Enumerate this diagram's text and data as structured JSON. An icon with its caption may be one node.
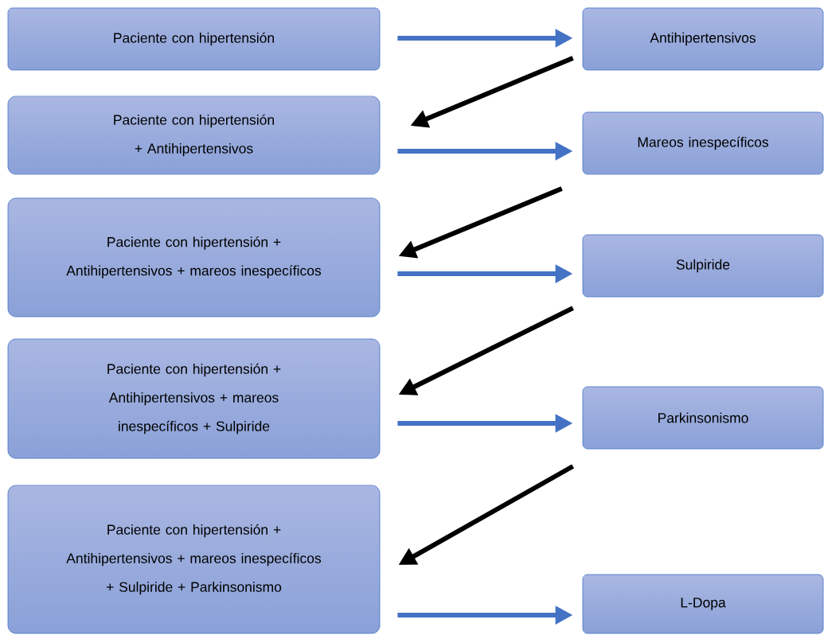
{
  "diagram": {
    "nodes": [
      {
        "text": [
          "Paciente con hipertensión"
        ]
      },
      {
        "text": [
          "Antihipertensivos"
        ]
      },
      {
        "text": [
          "Paciente con hipertensión + Antihipertensivos"
        ]
      },
      {
        "text": [
          "Mareos inespecíficos"
        ]
      },
      {
        "text": [
          "Paciente con hipertensión + Antihipertensivos + mareos inespecíficos"
        ]
      },
      {
        "text": [
          "Sulpiride"
        ]
      },
      {
        "text": [
          "Paciente con hipertensión + Antihipertensivos + mareos inespecíficos + Sulpiride"
        ]
      },
      {
        "text": [
          "Parkinsonismo"
        ]
      },
      {
        "text": [
          "Paciente con hipertensión + Antihipertensivos + mareos inespecíficos + Sulpiride + Parkinsonismo"
        ]
      },
      {
        "text": [
          "L-Dopa"
        ]
      }
    ],
    "edges": [
      {
        "from": 0,
        "to": 1,
        "arrow": "to"
      },
      {
        "from": 1,
        "to": 2,
        "arrow": "to",
        "color": "#000000"
      },
      {
        "from": 2,
        "to": 3,
        "arrow": "to"
      },
      {
        "from": 3,
        "to": 4,
        "arrow": "to",
        "color": "#000000"
      },
      {
        "from": 4,
        "to": 5,
        "arrow": "to"
      },
      {
        "from": 5,
        "to": 6,
        "arrow": "to",
        "color": "#000000"
      },
      {
        "from": 6,
        "to": 7,
        "arrow": "to"
      },
      {
        "from": 7,
        "to": 8,
        "arrow": "to",
        "color": "#000000"
      },
      {
        "from": 8,
        "to": 9,
        "arrow": "to"
      }
    ]
  }
}
